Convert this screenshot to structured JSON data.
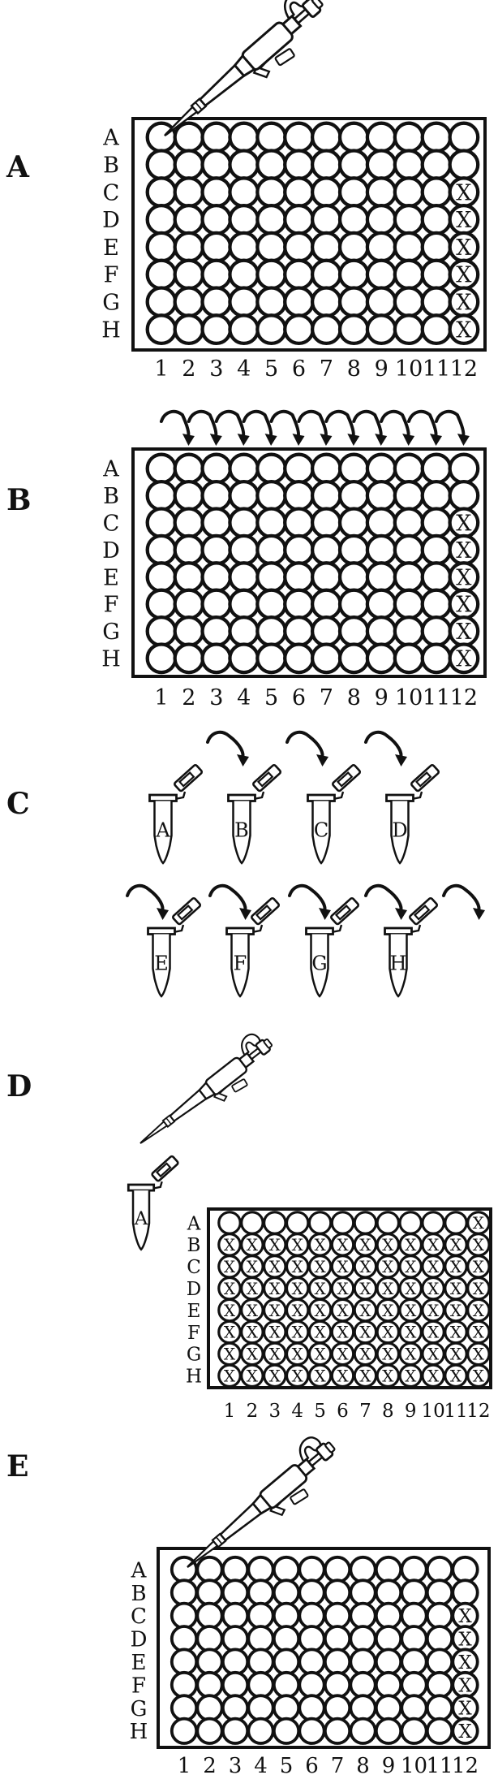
{
  "panels": [
    {
      "label": "A",
      "has_pipette": true,
      "plate": {
        "row_labels": [
          "A",
          "B",
          "C",
          "D",
          "E",
          "F",
          "G",
          "H"
        ],
        "col_labels": [
          "1",
          "2",
          "3",
          "4",
          "5",
          "6",
          "7",
          "8",
          "9",
          "10",
          "11",
          "12"
        ],
        "mark_symbol": "X",
        "marked_wells": {
          "C": [
            12
          ],
          "D": [
            12
          ],
          "E": [
            12
          ],
          "F": [
            12
          ],
          "G": [
            12
          ],
          "H": [
            12
          ]
        }
      }
    },
    {
      "label": "B",
      "transfer_arrow_count": 11,
      "plate": {
        "row_labels": [
          "A",
          "B",
          "C",
          "D",
          "E",
          "F",
          "G",
          "H"
        ],
        "col_labels": [
          "1",
          "2",
          "3",
          "4",
          "5",
          "6",
          "7",
          "8",
          "9",
          "10",
          "11",
          "12"
        ],
        "mark_symbol": "X",
        "marked_wells": {
          "C": [
            12
          ],
          "D": [
            12
          ],
          "E": [
            12
          ],
          "F": [
            12
          ],
          "G": [
            12
          ],
          "H": [
            12
          ]
        }
      }
    },
    {
      "label": "C",
      "tube_rows": [
        {
          "tube_labels": [
            "A",
            "B",
            "C",
            "D"
          ],
          "transfer_arrow_count": 3
        },
        {
          "tube_labels": [
            "E",
            "F",
            "G",
            "H"
          ],
          "transfer_arrow_count": 5
        }
      ]
    },
    {
      "label": "D",
      "has_pipette": true,
      "tube_label": "A",
      "plate": {
        "row_labels": [
          "A",
          "B",
          "C",
          "D",
          "E",
          "F",
          "G",
          "H"
        ],
        "col_labels": [
          "1",
          "2",
          "3",
          "4",
          "5",
          "6",
          "7",
          "8",
          "9",
          "10",
          "11",
          "12"
        ],
        "mark_symbol": "X",
        "marked_wells": {
          "A": [
            12
          ],
          "B": [
            1,
            2,
            3,
            4,
            5,
            6,
            7,
            8,
            9,
            10,
            11,
            12
          ],
          "C": [
            1,
            2,
            3,
            4,
            5,
            6,
            7,
            8,
            9,
            10,
            11,
            12
          ],
          "D": [
            1,
            2,
            3,
            4,
            5,
            6,
            7,
            8,
            9,
            10,
            11,
            12
          ],
          "E": [
            1,
            2,
            3,
            4,
            5,
            6,
            7,
            8,
            9,
            10,
            11,
            12
          ],
          "F": [
            1,
            2,
            3,
            4,
            5,
            6,
            7,
            8,
            9,
            10,
            11,
            12
          ],
          "G": [
            1,
            2,
            3,
            4,
            5,
            6,
            7,
            8,
            9,
            10,
            11,
            12
          ],
          "H": [
            1,
            2,
            3,
            4,
            5,
            6,
            7,
            8,
            9,
            10,
            11,
            12
          ]
        }
      }
    },
    {
      "label": "E",
      "has_pipette": true,
      "plate": {
        "row_labels": [
          "A",
          "B",
          "C",
          "D",
          "E",
          "F",
          "G",
          "H"
        ],
        "col_labels": [
          "1",
          "2",
          "3",
          "4",
          "5",
          "6",
          "7",
          "8",
          "9",
          "10",
          "11",
          "12"
        ],
        "mark_symbol": "X",
        "marked_wells": {
          "C": [
            12
          ],
          "D": [
            12
          ],
          "E": [
            12
          ],
          "F": [
            12
          ],
          "G": [
            12
          ],
          "H": [
            12
          ]
        }
      }
    }
  ],
  "colors": {
    "ink": "#111111",
    "background": "#ffffff"
  }
}
